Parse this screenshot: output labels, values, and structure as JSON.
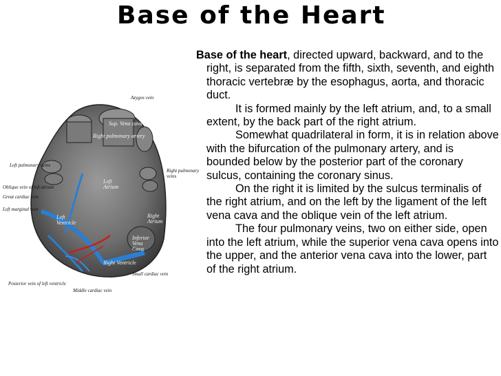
{
  "title": "Base of the Heart",
  "figure": {
    "labels": {
      "azygos": "Azygos vein",
      "sup_vena": "Sup. Vena cava",
      "right_pulm_artery": "Right pulmonary artery",
      "left_pulm_veins": "Left pulmonary veins",
      "right_pulm_veins": "Right pulmonary veins",
      "left_atrium": "Left Atrium",
      "oblique_vein": "Oblique vein of left atrium",
      "great_cardiac": "Great cardiac vein",
      "left_marginal": "Left marginal vein",
      "left_ventricle": "Left Ventricle",
      "right_atrium": "Right Atrium",
      "inferior_vena": "Inferior Vena Cava",
      "right_ventricle": "Right Ventricle",
      "posterior_vein": "Posterior vein of left ventricle",
      "small_cardiac": "Small cardiac vein",
      "middle_cardiac": "Middle cardiac vein"
    }
  },
  "body": {
    "p1_bold": "Base of the heart",
    "p1_rest": ", directed upward, backward, and to the right, is separated from the fifth, sixth, seventh, and eighth thoracic vertebræ by the esophagus, aorta, and thoracic duct.",
    "p2": "It is formed mainly by the left atrium, and, to a small extent, by the back part of the right atrium.",
    "p3": "Somewhat quadrilateral in form, it is in relation above with the bifurcation of the pulmonary artery, and is bounded below by the posterior part of the coronary sulcus, containing the coronary sinus.",
    "p4": "On the right it is limited by the sulcus terminalis of the right atrium, and on the left by the ligament of the left vena cava and the oblique vein of the left atrium.",
    "p5": "The four pulmonary veins, two on either side, open into the left atrium, while the superior vena cava opens into the upper, and the anterior vena cava into the lower, part of the right atrium."
  }
}
